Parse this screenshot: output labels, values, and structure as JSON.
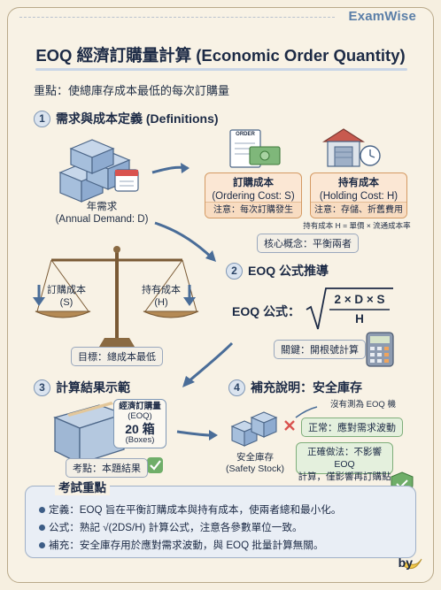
{
  "brand": "ExamWise",
  "title": "EOQ 經濟訂購量計算 (Economic Order Quantity)",
  "keypoint": "重點：使總庫存成本最低的每次訂購量",
  "section1": {
    "num": "1",
    "title": "需求與成本定義 (Definitions)",
    "demand_label": "年需求",
    "demand_sub": "(Annual Demand: D)",
    "order_slip": "ORDER",
    "ordering_cost": {
      "title": "訂購成本",
      "sub": "(Ordering Cost: S)",
      "note": "注意：每次訂購發生"
    },
    "holding_cost": {
      "title": "持有成本",
      "sub": "(Holding Cost: H)",
      "note": "注意：存儲、折舊費用"
    },
    "holding_formula": "持有成本 H = 單價 × 流通成本率",
    "core_concept": "核心概念：平衡兩者"
  },
  "scale": {
    "left_label": "訂購成本",
    "left_sub": "(S)",
    "right_label": "持有成本",
    "right_sub": "(H)",
    "goal": "目標：總成本最低"
  },
  "section2": {
    "num": "2",
    "title": "EOQ 公式推導",
    "formula_label": "EOQ 公式：",
    "numerator": "2 × D × S",
    "denominator": "H",
    "key": "關鍵：開根號計算"
  },
  "section3": {
    "num": "3",
    "title": "計算結果示範",
    "box_label": "經濟訂購量",
    "box_sub": "(EOQ)",
    "box_value": "20 箱",
    "box_unit": "(Boxes)",
    "exam_point": "考點：本題結果"
  },
  "section4": {
    "num": "4",
    "title": "補充說明：安全庫存",
    "no_eoq": "沒有測為 EOQ 機",
    "normal": "正常：應對需求波動",
    "safety_label": "安全庫存",
    "safety_sub": "(Safety Stock)",
    "correct_line1": "正確做法：不影響 EOQ",
    "correct_line2": "計算，僅影響再訂購點"
  },
  "exam": {
    "title": "考試重點",
    "items": [
      "定義：EOQ 旨在平衡訂購成本與持有成本，使兩者總和最小化。",
      "公式：熟記 √(2DS/H) 計算公式，注意各參數單位一致。",
      "補充：安全庫存用於應對需求波動，與 EOQ 批量計算無關。"
    ]
  },
  "by": "by"
}
